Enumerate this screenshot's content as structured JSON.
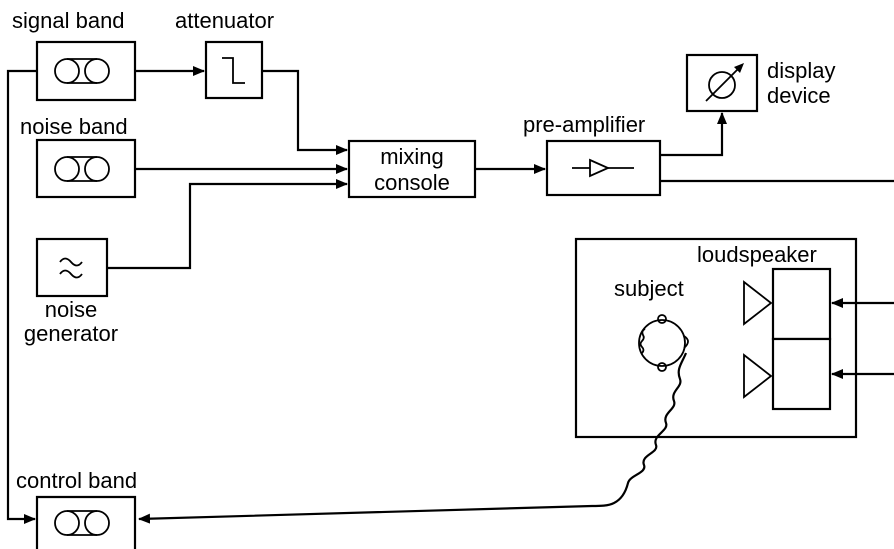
{
  "labels": {
    "signal_band": "signal band",
    "attenuator": "attenuator",
    "display_line1": "display",
    "display_line2": "device",
    "noise_band": "noise band",
    "pre_amplifier": "pre-amplifier",
    "mixing_line1": "mixing",
    "mixing_line2": "console",
    "noise_gen_line1": "noise",
    "noise_gen_line2": "generator",
    "loudspeaker": "loudspeaker",
    "subject": "subject",
    "control_band": "control band"
  },
  "icons": {
    "tape": "tape-reel-icon",
    "attenuator": "step-icon",
    "display": "meter-icon",
    "noise_generator": "tilde-wave-icon",
    "amplifier": "triangle-amplifier-icon",
    "speaker": "speaker-cone-icon",
    "subject_head": "head-top-view-icon"
  }
}
